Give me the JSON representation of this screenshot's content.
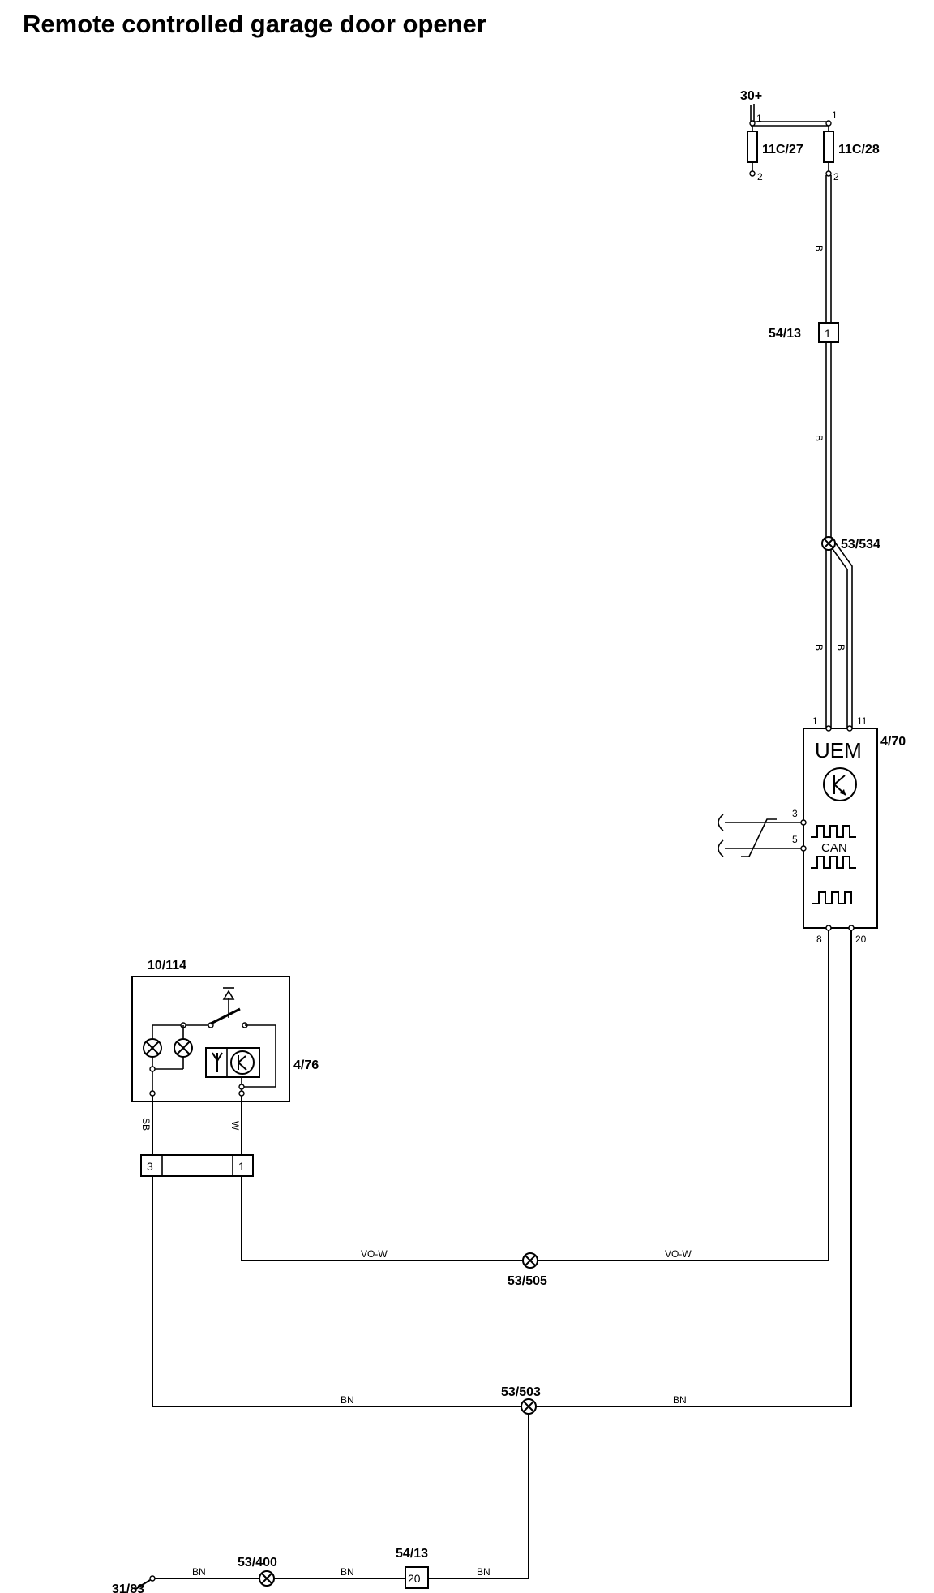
{
  "title": "Remote controlled garage door opener",
  "supply": {
    "terminal": "30+"
  },
  "fuses": [
    {
      "id": "11C/27",
      "pin_top": "1",
      "pin_bottom": "2"
    },
    {
      "id": "11C/28",
      "pin_top": "1",
      "pin_bottom": "2"
    }
  ],
  "connectors": {
    "upper": {
      "id": "54/13",
      "pin": "1"
    },
    "lower": {
      "id": "54/13",
      "pin": "20"
    },
    "opener": {
      "pin_left": "3",
      "pin_right": "1"
    }
  },
  "splices": {
    "s534": "53/534",
    "s505": "53/505",
    "s503": "53/503",
    "s400": "53/400"
  },
  "uem": {
    "id": "4/70",
    "name": "UEM",
    "can_label": "CAN",
    "pins": {
      "p1": "1",
      "p11": "11",
      "p3": "3",
      "p5": "5",
      "p8": "8",
      "p20": "20"
    }
  },
  "opener": {
    "id": "10/114",
    "sub_id": "4/76"
  },
  "ground": {
    "id": "31/83"
  },
  "wire_colors": {
    "supply": "B",
    "signal": "VO-W",
    "ground": "BN",
    "opener_left": "SB",
    "opener_right": "W"
  }
}
